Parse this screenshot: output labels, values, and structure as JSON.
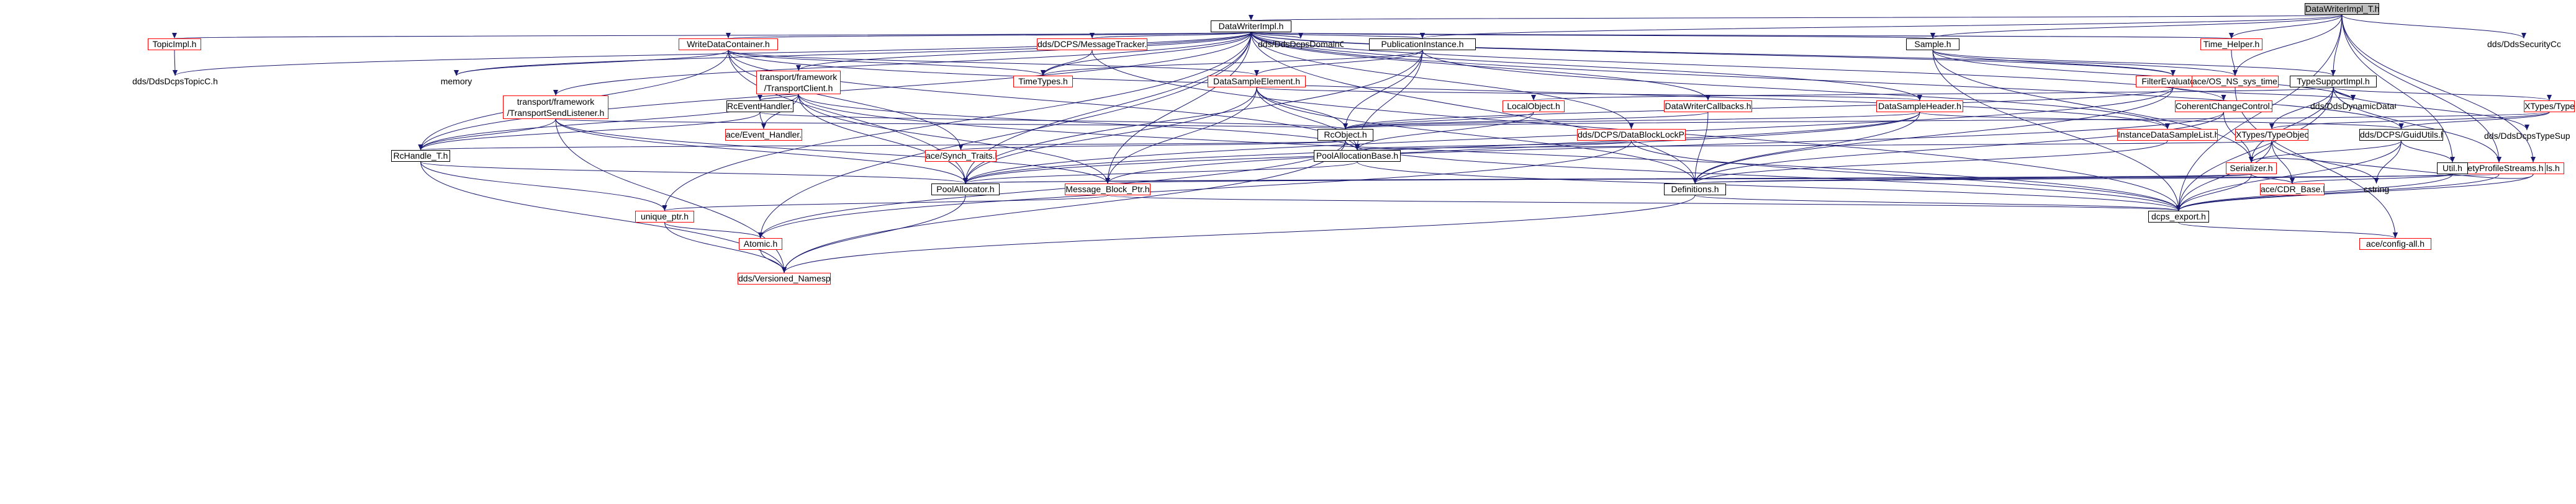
{
  "nodes": [
    {
      "id": "root",
      "label": "DataWriterImpl_T.h",
      "style": "root"
    },
    {
      "id": "dwi",
      "label": "DataWriterImpl.h",
      "style": "normal"
    },
    {
      "id": "secC",
      "label": "dds/DdsSecurityCoreC.h",
      "style": "plain"
    },
    {
      "id": "topicImpl",
      "label": "TopicImpl.h",
      "style": "red"
    },
    {
      "id": "memory",
      "label": "memory",
      "style": "plain"
    },
    {
      "id": "wdc",
      "label": "WriteDataContainer.h",
      "style": "red"
    },
    {
      "id": "msgTracker",
      "label": "dds/DCPS/MessageTracker.h",
      "style": "red"
    },
    {
      "id": "domainC",
      "label": "dds/DdsDcpsDomainC.h",
      "style": "plain"
    },
    {
      "id": "pubInst",
      "label": "PublicationInstance.h",
      "style": "normal"
    },
    {
      "id": "sample",
      "label": "Sample.h",
      "style": "normal"
    },
    {
      "id": "timeHelper",
      "label": "Time_Helper.h",
      "style": "red"
    },
    {
      "id": "topicC",
      "label": "dds/DdsDcpsTopicC.h",
      "style": "plain"
    },
    {
      "id": "transportClient",
      "label": "transport/framework\n/TransportClient.h",
      "style": "red"
    },
    {
      "id": "timeTypes",
      "label": "TimeTypes.h",
      "style": "red"
    },
    {
      "id": "dse",
      "label": "DataSampleElement.h",
      "style": "red"
    },
    {
      "id": "filterEval",
      "label": "FilterEvaluator.h",
      "style": "red"
    },
    {
      "id": "typeSupportImpl",
      "label": "TypeSupportImpl.h",
      "style": "normal"
    },
    {
      "id": "osNsSysTime",
      "label": "ace/OS_NS_sys_time.h",
      "style": "red"
    },
    {
      "id": "transportSend",
      "label": "transport/framework\n/TransportSendListener.h",
      "style": "red"
    },
    {
      "id": "rcEventHandler",
      "label": "RcEventHandler.h",
      "style": "normal"
    },
    {
      "id": "localObject",
      "label": "LocalObject.h",
      "style": "red"
    },
    {
      "id": "dwCallbacks",
      "label": "DataWriterCallbacks.h",
      "style": "red"
    },
    {
      "id": "dsh",
      "label": "DataSampleHeader.h",
      "style": "red"
    },
    {
      "id": "coherent",
      "label": "CoherentChangeControl.h",
      "style": "red"
    },
    {
      "id": "dynamicDataC",
      "label": "dds/DdsDynamicDataC.h",
      "style": "plain"
    },
    {
      "id": "xtypesLookup",
      "label": "XTypes/TypeLookupService.h",
      "style": "red"
    },
    {
      "id": "typeSupportExtC",
      "label": "dds/DdsDcpsTypeSupportExtC.h",
      "style": "plain"
    },
    {
      "id": "aceEventHandler",
      "label": "ace/Event_Handler.h",
      "style": "red"
    },
    {
      "id": "rcObject",
      "label": "RcObject.h",
      "style": "normal"
    },
    {
      "id": "dataBlockLock",
      "label": "dds/DCPS/DataBlockLockPool.h",
      "style": "red"
    },
    {
      "id": "instanceDataSampleList",
      "label": "InstanceDataSampleList.h",
      "style": "red"
    },
    {
      "id": "guidUtils",
      "label": "dds/DCPS/GuidUtils.h",
      "style": "normal"
    },
    {
      "id": "xtypesTypeObject",
      "label": "XTypes/TypeObject.h",
      "style": "red"
    },
    {
      "id": "dcpsUtils",
      "label": "DCPS_Utils.h",
      "style": "red"
    },
    {
      "id": "rcHandle",
      "label": "RcHandle_T.h",
      "style": "normal"
    },
    {
      "id": "aceSynchTraits",
      "label": "ace/Synch_Traits.h",
      "style": "red"
    },
    {
      "id": "poolAllocBase",
      "label": "PoolAllocationBase.h",
      "style": "normal"
    },
    {
      "id": "serializer",
      "label": "Serializer.h",
      "style": "red"
    },
    {
      "id": "safetyProfile",
      "label": "SafetyProfileStreams.h",
      "style": "red"
    },
    {
      "id": "util",
      "label": "Util.h",
      "style": "normal"
    },
    {
      "id": "poolAllocator",
      "label": "PoolAllocator.h",
      "style": "normal"
    },
    {
      "id": "msgBlockPtr",
      "label": "Message_Block_Ptr.h",
      "style": "red"
    },
    {
      "id": "definitions",
      "label": "Definitions.h",
      "style": "normal"
    },
    {
      "id": "aceCdrBase",
      "label": "ace/CDR_Base.h",
      "style": "red"
    },
    {
      "id": "cstring",
      "label": "cstring",
      "style": "plain"
    },
    {
      "id": "uniquePtr",
      "label": "unique_ptr.h",
      "style": "red"
    },
    {
      "id": "dcpsExport",
      "label": "dcps_export.h",
      "style": "normal"
    },
    {
      "id": "atomic",
      "label": "Atomic.h",
      "style": "red"
    },
    {
      "id": "aceConfigAll",
      "label": "ace/config-all.h",
      "style": "red"
    },
    {
      "id": "versionedNs",
      "label": "dds/Versioned_Namespace.h",
      "style": "red"
    }
  ],
  "edges": [
    [
      "root",
      "dwi"
    ],
    [
      "root",
      "secC"
    ],
    [
      "root",
      "sample"
    ],
    [
      "root",
      "typeSupportImpl"
    ],
    [
      "root",
      "timeHelper"
    ],
    [
      "root",
      "osNsSysTime"
    ],
    [
      "root",
      "dcpsUtils"
    ],
    [
      "root",
      "util"
    ],
    [
      "root",
      "safetyProfile"
    ],
    [
      "root",
      "dcpsExport"
    ],
    [
      "root",
      "pubInst"
    ],
    [
      "dwi",
      "topicImpl"
    ],
    [
      "dwi",
      "topicC"
    ],
    [
      "dwi",
      "memory"
    ],
    [
      "dwi",
      "wdc"
    ],
    [
      "dwi",
      "msgTracker"
    ],
    [
      "dwi",
      "domainC"
    ],
    [
      "dwi",
      "pubInst"
    ],
    [
      "dwi",
      "sample"
    ],
    [
      "dwi",
      "timeHelper"
    ],
    [
      "dwi",
      "transportClient"
    ],
    [
      "dwi",
      "timeTypes"
    ],
    [
      "dwi",
      "filterEval"
    ],
    [
      "dwi",
      "coherent"
    ],
    [
      "dwi",
      "dwCallbacks"
    ],
    [
      "dwi",
      "dataBlockLock"
    ],
    [
      "dwi",
      "dsh"
    ],
    [
      "dwi",
      "transportSend"
    ],
    [
      "dwi",
      "rcHandle"
    ],
    [
      "dwi",
      "poolAllocator"
    ],
    [
      "dwi",
      "definitions"
    ],
    [
      "dwi",
      "uniquePtr"
    ],
    [
      "dwi",
      "atomic"
    ],
    [
      "dwi",
      "guidUtils"
    ],
    [
      "dwi",
      "osNsSysTime"
    ],
    [
      "dwi",
      "msgBlockPtr"
    ],
    [
      "topicImpl",
      "topicC"
    ],
    [
      "wdc",
      "memory"
    ],
    [
      "wdc",
      "timeTypes"
    ],
    [
      "wdc",
      "dse"
    ],
    [
      "wdc",
      "rcHandle"
    ],
    [
      "wdc",
      "poolAllocator"
    ],
    [
      "wdc",
      "aceSynchTraits"
    ],
    [
      "wdc",
      "poolAllocBase"
    ],
    [
      "wdc",
      "instanceDataSampleList"
    ],
    [
      "msgTracker",
      "timeTypes"
    ],
    [
      "msgTracker",
      "dcpsExport"
    ],
    [
      "pubInst",
      "dse"
    ],
    [
      "pubInst",
      "rcObject"
    ],
    [
      "pubInst",
      "poolAllocBase"
    ],
    [
      "pubInst",
      "poolAllocator"
    ],
    [
      "pubInst",
      "instanceDataSampleList"
    ],
    [
      "pubInst",
      "timeTypes"
    ],
    [
      "sample",
      "filterEval"
    ],
    [
      "sample",
      "typeSupportImpl"
    ],
    [
      "sample",
      "dynamicDataC"
    ],
    [
      "sample",
      "serializer"
    ],
    [
      "sample",
      "dcpsExport"
    ],
    [
      "timeHelper",
      "osNsSysTime"
    ],
    [
      "transportClient",
      "rcEventHandler"
    ],
    [
      "transportClient",
      "aceEventHandler"
    ],
    [
      "transportClient",
      "poolAllocBase"
    ],
    [
      "transportClient",
      "rcHandle"
    ],
    [
      "transportClient",
      "poolAllocator"
    ],
    [
      "transportClient",
      "msgBlockPtr"
    ],
    [
      "transportClient",
      "dcpsExport"
    ],
    [
      "dse",
      "dsh"
    ],
    [
      "dse",
      "rcObject"
    ],
    [
      "dse",
      "poolAllocBase"
    ],
    [
      "dse",
      "definitions"
    ],
    [
      "dse",
      "msgBlockPtr"
    ],
    [
      "dse",
      "poolAllocator"
    ],
    [
      "filterEval",
      "rcObject"
    ],
    [
      "filterEval",
      "dynamicDataC"
    ],
    [
      "filterEval",
      "definitions"
    ],
    [
      "filterEval",
      "poolAllocator"
    ],
    [
      "typeSupportImpl",
      "localObject"
    ],
    [
      "typeSupportImpl",
      "xtypesLookup"
    ],
    [
      "typeSupportImpl",
      "typeSupportExtC"
    ],
    [
      "typeSupportImpl",
      "dynamicDataC"
    ],
    [
      "typeSupportImpl",
      "xtypesTypeObject"
    ],
    [
      "typeSupportImpl",
      "safetyProfile"
    ],
    [
      "typeSupportImpl",
      "serializer"
    ],
    [
      "typeSupportImpl",
      "dcpsExport"
    ],
    [
      "transportSend",
      "rcObject"
    ],
    [
      "transportSend",
      "rcHandle"
    ],
    [
      "transportSend",
      "poolAllocator"
    ],
    [
      "transportSend",
      "msgBlockPtr"
    ],
    [
      "transportSend",
      "versionedNs"
    ],
    [
      "rcEventHandler",
      "aceEventHandler"
    ],
    [
      "rcEventHandler",
      "rcHandle"
    ],
    [
      "rcEventHandler",
      "rcObject"
    ],
    [
      "localObject",
      "rcObject"
    ],
    [
      "localObject",
      "poolAllocBase"
    ],
    [
      "dwCallbacks",
      "rcObject"
    ],
    [
      "dwCallbacks",
      "definitions"
    ],
    [
      "dsh",
      "rcObject"
    ],
    [
      "dsh",
      "guidUtils"
    ],
    [
      "dsh",
      "definitions"
    ],
    [
      "dsh",
      "msgBlockPtr"
    ],
    [
      "dsh",
      "poolAllocator"
    ],
    [
      "coherent",
      "serializer"
    ],
    [
      "coherent",
      "definitions"
    ],
    [
      "coherent",
      "poolAllocator"
    ],
    [
      "xtypesLookup",
      "rcObject"
    ],
    [
      "xtypesLookup",
      "guidUtils"
    ],
    [
      "xtypesLookup",
      "xtypesTypeObject"
    ],
    [
      "rcObject",
      "rcHandle"
    ],
    [
      "rcObject",
      "aceSynchTraits"
    ],
    [
      "rcObject",
      "poolAllocBase"
    ],
    [
      "rcObject",
      "atomic"
    ],
    [
      "rcObject",
      "versionedNs"
    ],
    [
      "rcObject",
      "dcpsExport"
    ],
    [
      "dataBlockLock",
      "poolAllocBase"
    ],
    [
      "dataBlockLock",
      "atomic"
    ],
    [
      "dataBlockLock",
      "dcpsExport"
    ],
    [
      "instanceDataSampleList",
      "definitions"
    ],
    [
      "guidUtils",
      "serializer"
    ],
    [
      "guidUtils",
      "util"
    ],
    [
      "guidUtils",
      "cstring"
    ],
    [
      "guidUtils",
      "dcpsExport"
    ],
    [
      "xtypesTypeObject",
      "serializer"
    ],
    [
      "xtypesTypeObject",
      "poolAllocBase"
    ],
    [
      "xtypesTypeObject",
      "aceCdrBase"
    ],
    [
      "xtypesTypeObject",
      "cstring"
    ],
    [
      "xtypesTypeObject",
      "dcpsExport"
    ],
    [
      "dcpsUtils",
      "serializer"
    ],
    [
      "dcpsUtils",
      "dcpsExport"
    ],
    [
      "rcHandle",
      "poolAllocator"
    ],
    [
      "rcHandle",
      "uniquePtr"
    ],
    [
      "rcHandle",
      "versionedNs"
    ],
    [
      "poolAllocBase",
      "poolAllocator"
    ],
    [
      "poolAllocBase",
      "dcpsExport"
    ],
    [
      "serializer",
      "poolAllocator"
    ],
    [
      "serializer",
      "msgBlockPtr"
    ],
    [
      "serializer",
      "aceCdrBase"
    ],
    [
      "serializer",
      "definitions"
    ],
    [
      "serializer",
      "dcpsExport"
    ],
    [
      "safetyProfile",
      "poolAllocator"
    ],
    [
      "safetyProfile",
      "dcpsExport"
    ],
    [
      "util",
      "definitions"
    ],
    [
      "util",
      "aceCdrBase"
    ],
    [
      "util",
      "dcpsExport"
    ],
    [
      "poolAllocator",
      "versionedNs"
    ],
    [
      "msgBlockPtr",
      "uniquePtr"
    ],
    [
      "msgBlockPtr",
      "dcpsExport"
    ],
    [
      "definitions",
      "dcpsExport"
    ],
    [
      "definitions",
      "versionedNs"
    ],
    [
      "uniquePtr",
      "atomic"
    ],
    [
      "uniquePtr",
      "versionedNs"
    ],
    [
      "dcpsExport",
      "aceConfigAll"
    ],
    [
      "atomic",
      "versionedNs"
    ],
    [
      "osNsSysTime",
      "aceConfigAll"
    ]
  ]
}
